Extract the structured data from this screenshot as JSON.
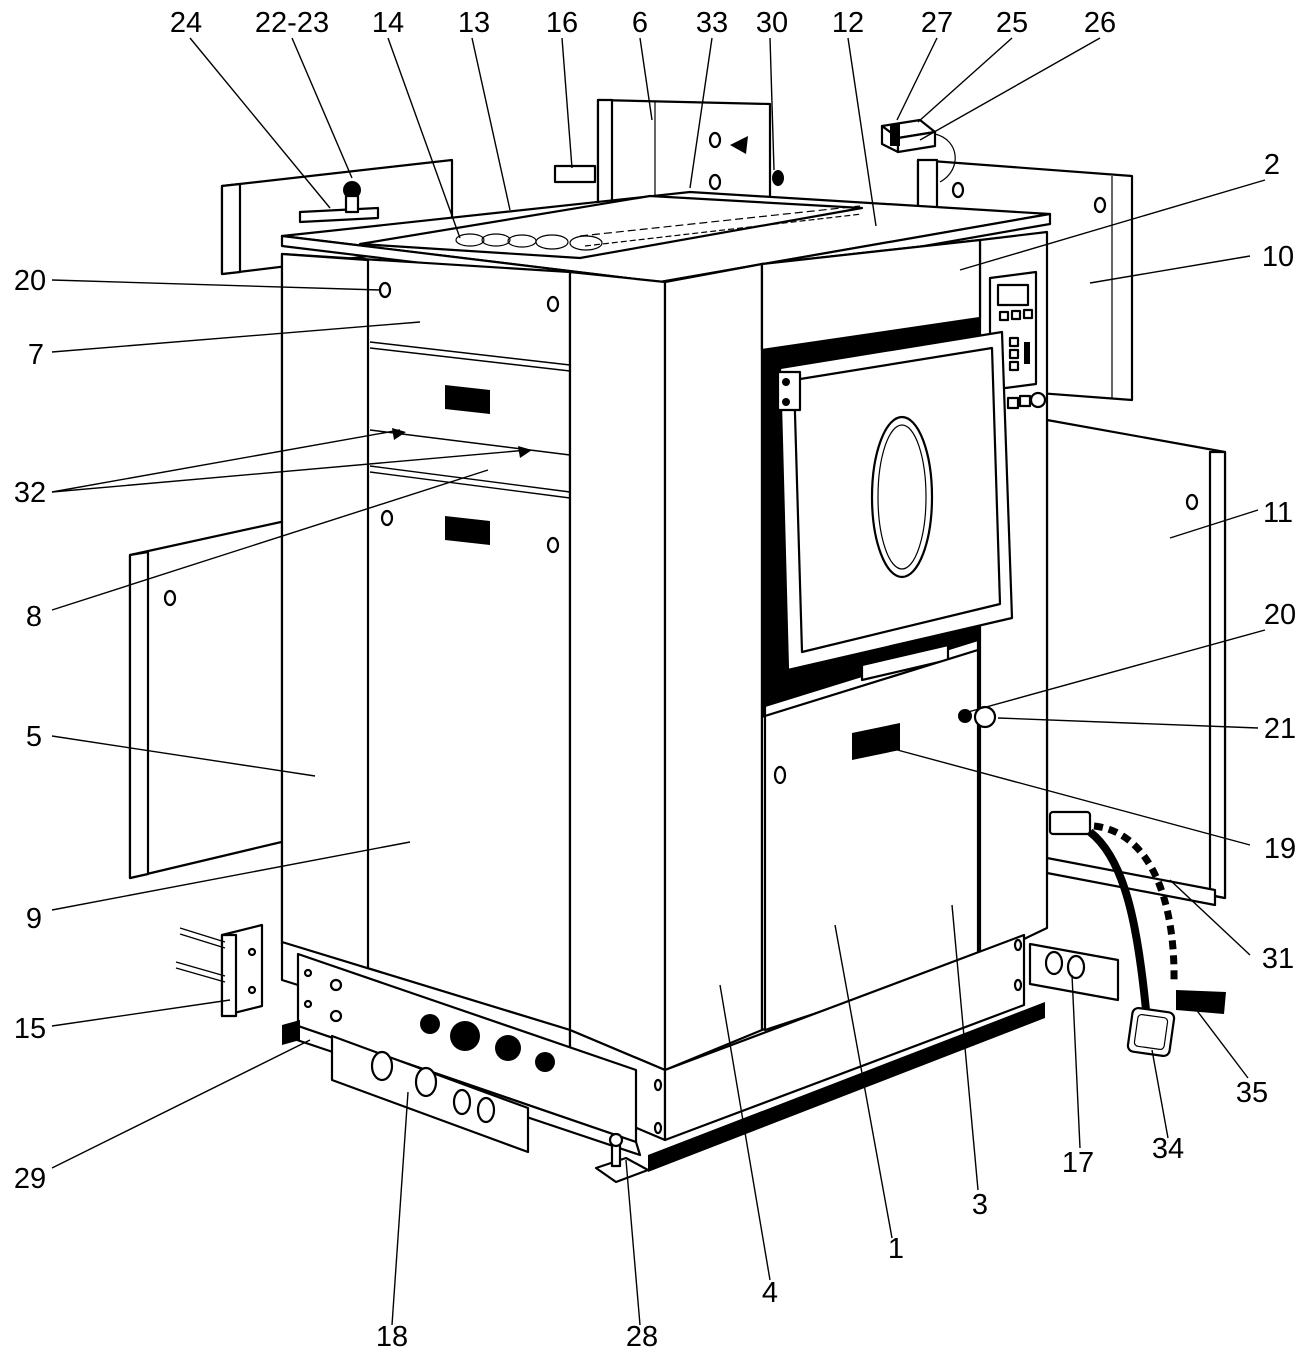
{
  "diagram": {
    "colors": {
      "line": "#000000",
      "panel": "#ffffff",
      "background": "#ffffff"
    },
    "callouts": {
      "c24": "24",
      "c2223": "22-23",
      "c14": "14",
      "c13": "13",
      "c16": "16",
      "c6": "6",
      "c33": "33",
      "c30": "30",
      "c12": "12",
      "c27": "27",
      "c25": "25",
      "c26": "26",
      "c2": "2",
      "c10": "10",
      "c20a": "20",
      "c7": "7",
      "c32": "32",
      "c11": "11",
      "c8": "8",
      "c20b": "20",
      "c5": "5",
      "c21": "21",
      "c19": "19",
      "c9": "9",
      "c31": "31",
      "c15": "15",
      "c35": "35",
      "c17": "17",
      "c34": "34",
      "c29": "29",
      "c3": "3",
      "c1": "1",
      "c4": "4",
      "c18": "18",
      "c28": "28"
    }
  }
}
